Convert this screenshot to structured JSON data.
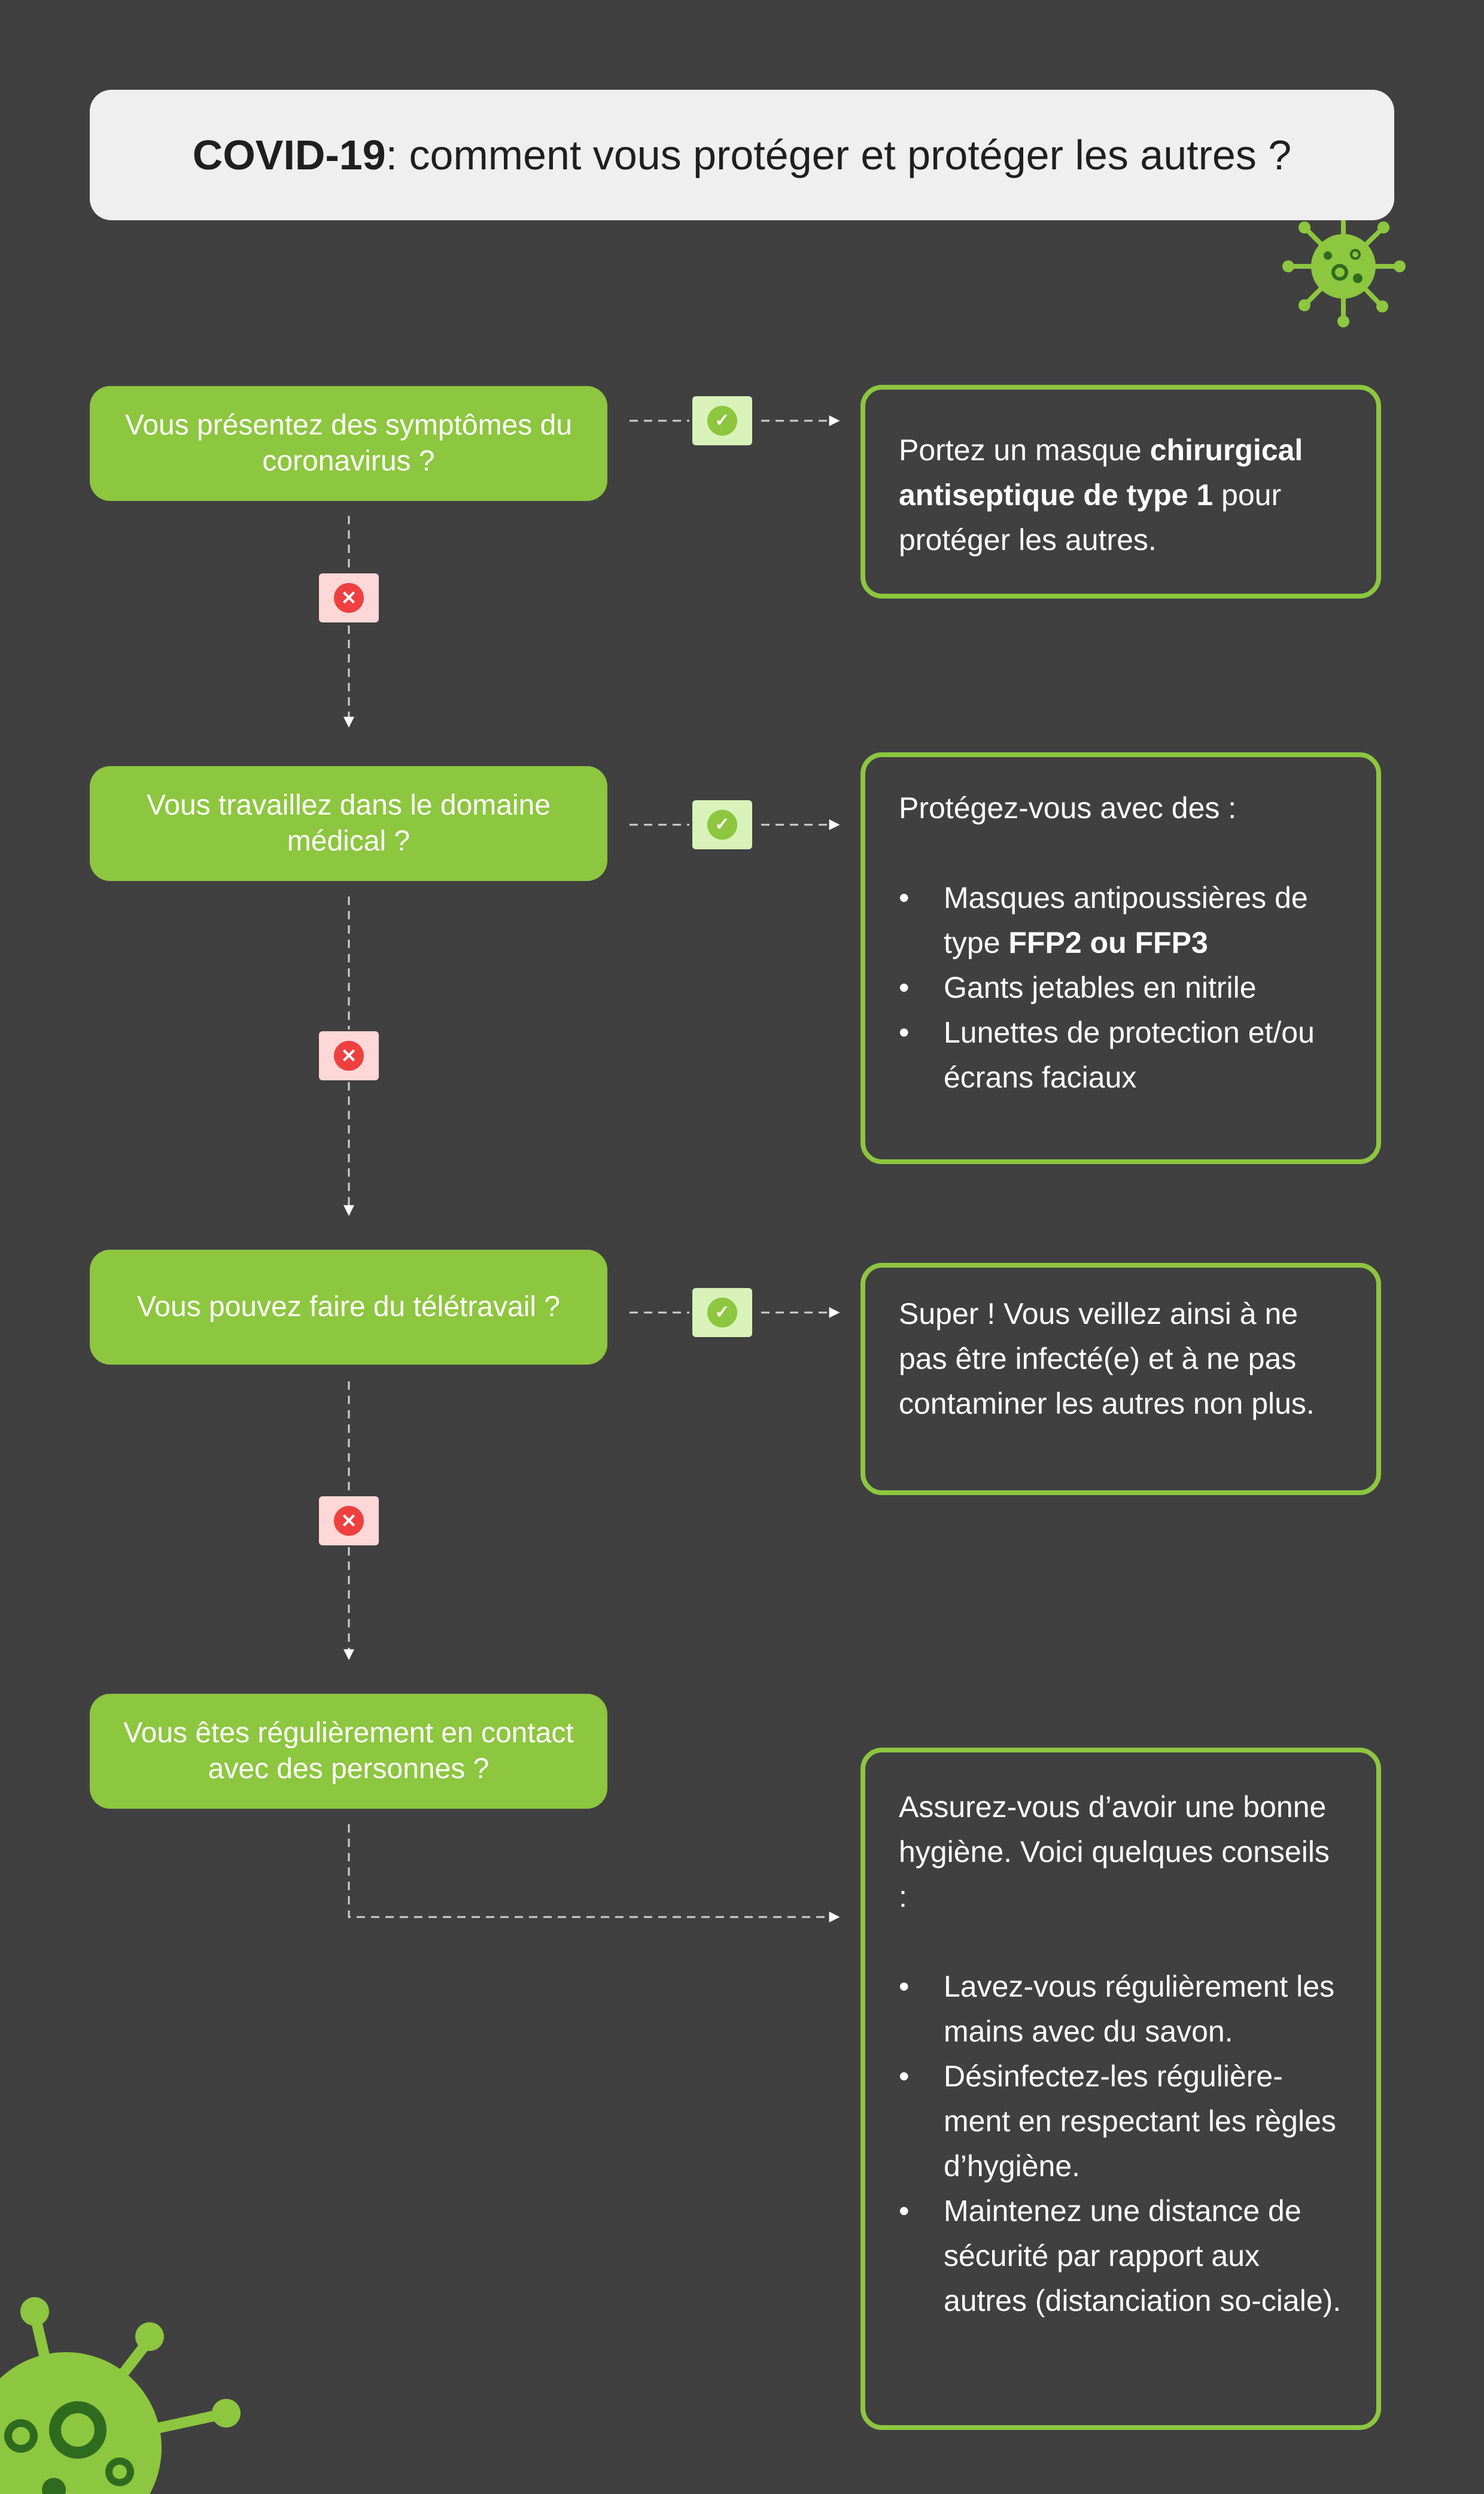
{
  "title": {
    "bold": "COVID-19",
    "rest": ": comment vous protéger et protéger les autres ?"
  },
  "badges": {
    "yes_icon": "check-icon",
    "no_icon": "cross-icon",
    "yes_glyph": "✓",
    "no_glyph": "✕"
  },
  "colors": {
    "background": "#404041",
    "accent_green": "#8dc63f",
    "no_red": "#ee4040",
    "title_bg": "#efefef"
  },
  "questions": [
    "Vous présentez des symptômes du coronavirus ?",
    "Vous travaillez dans le domaine médical ?",
    "Vous pouvez faire du télétravail ?",
    "Vous êtes régulièrement en contact avec des personnes ?"
  ],
  "answers": {
    "a1": {
      "pre": "Portez un masque ",
      "bold": "chirurgical antiseptique de type 1",
      "post": " pour protéger les autres."
    },
    "a2": {
      "intro": "Protégez-vous avec des :",
      "item1_pre": "Masques antipoussières de type ",
      "item1_bold": "FFP2 ou FFP3",
      "item2": "Gants jetables en nitrile",
      "item3": "Lunettes de protection et/ou écrans faciaux"
    },
    "a3": {
      "text": "Super ! Vous veillez ainsi à ne pas être infecté(e) et à ne pas contaminer les autres non plus."
    },
    "a4": {
      "intro": "Assurez-vous d’avoir une bonne hygiène. Voici quelques conseils :",
      "items": [
        "Lavez-vous régulièrement les mains avec du savon.",
        "Désinfectez-les régulière-ment en respectant les règles d’hygiène.",
        "Maintenez une distance de sécurité par rapport aux autres (distanciation so-ciale)."
      ]
    }
  }
}
